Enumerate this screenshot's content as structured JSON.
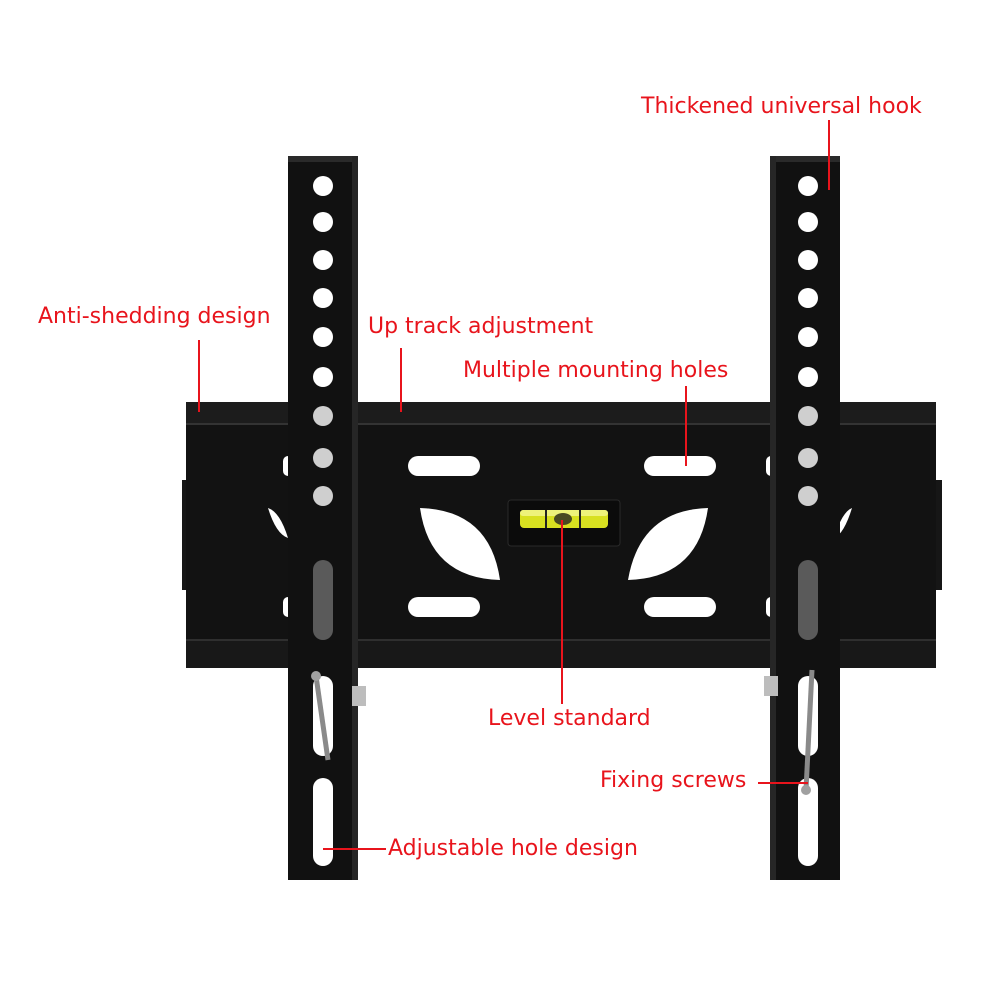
{
  "colors": {
    "background": "#ffffff",
    "label_text": "#e8141c",
    "leader_line": "#e8141c",
    "bracket": "#121212",
    "bracket_edge": "#2a2a2a",
    "level_bubble": "#d8e020"
  },
  "callouts": {
    "thickened_hook": "Thickened universal hook",
    "anti_shedding": "Anti-shedding design",
    "up_track": "Up track adjustment",
    "mounting_holes": "Multiple mounting holes",
    "level_standard": "Level standard",
    "fixing_screws": "Fixing screws",
    "adjustable_hole": "Adjustable hole design"
  },
  "icons": {
    "level": "bubble-level-icon",
    "screw": "screw-icon"
  }
}
